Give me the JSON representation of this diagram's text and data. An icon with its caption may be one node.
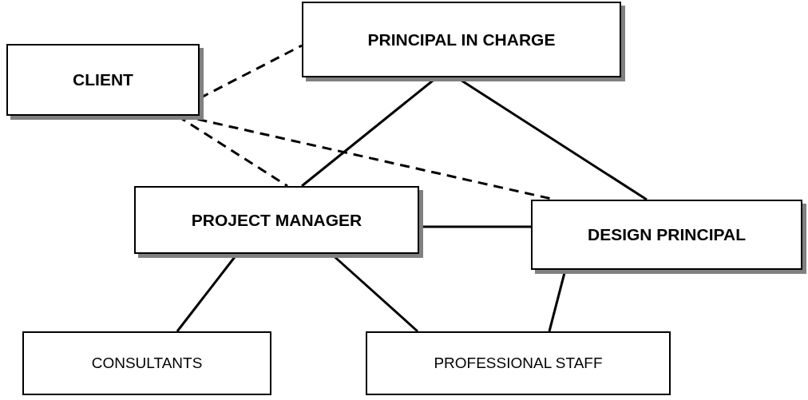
{
  "diagram": {
    "nodes": [
      {
        "text": [
          "PRINCIPAL IN CHARGE"
        ]
      },
      {
        "text": [
          "CLIENT"
        ]
      },
      {
        "text": [
          "PROJECT MANAGER"
        ]
      },
      {
        "text": [
          "DESIGN PRINCIPAL"
        ]
      },
      {
        "text": [
          "CONSULTANTS"
        ]
      },
      {
        "text": [
          "PROFESSIONAL STAFF"
        ]
      }
    ],
    "edges": [
      {
        "from": 1,
        "to": 0,
        "arrow": "none",
        "style": "dashed"
      },
      {
        "from": 0,
        "to": 2,
        "arrow": "none"
      },
      {
        "from": 0,
        "to": 3,
        "arrow": "none"
      },
      {
        "from": 1,
        "to": 2,
        "arrow": "none",
        "style": "dashed"
      },
      {
        "from": 1,
        "to": 3,
        "arrow": "none",
        "style": "dashed"
      },
      {
        "from": 2,
        "to": 3,
        "arrow": "none"
      },
      {
        "from": 2,
        "to": 4,
        "arrow": "none"
      },
      {
        "from": 2,
        "to": 5,
        "arrow": "none"
      },
      {
        "from": 3,
        "to": 5,
        "arrow": "none"
      }
    ]
  }
}
